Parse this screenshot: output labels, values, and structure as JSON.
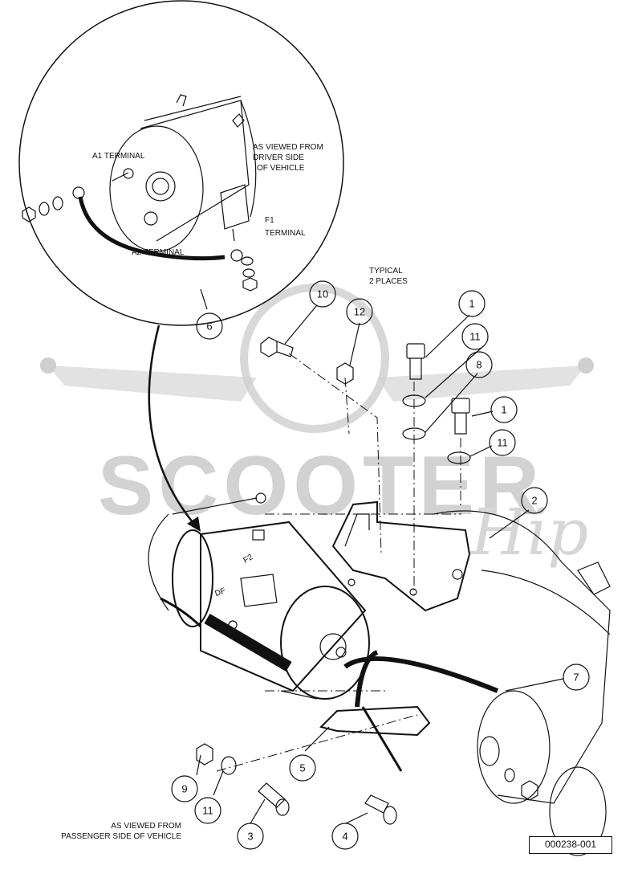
{
  "watermark": {
    "text": "SCOOTER",
    "script_text": "Hip",
    "color": "#cfcfcf"
  },
  "inset": {
    "labels": {
      "a1_terminal": "A1 TERMINAL",
      "a2_terminal": "A2 TERMINAL",
      "f1_terminal_line1": "F1",
      "f1_terminal_line2": "TERMINAL",
      "view_line1": "AS VIEWED FROM",
      "view_line2": "DRIVER SIDE",
      "view_line3": "OF VEHICLE"
    }
  },
  "notes": {
    "typical_line1": "TYPICAL",
    "typical_line2": "2 PLACES",
    "passenger_line1": "AS VIEWED FROM",
    "passenger_line2": "PASSENGER SIDE OF VEHICLE"
  },
  "motor_labels": {
    "f2": "F2",
    "df": "DF"
  },
  "callouts": [
    "10",
    "12",
    "1",
    "11",
    "8",
    "1",
    "11",
    "6",
    "2",
    "7",
    "5",
    "9",
    "11",
    "3",
    "4"
  ],
  "reference_number": "000238-001"
}
